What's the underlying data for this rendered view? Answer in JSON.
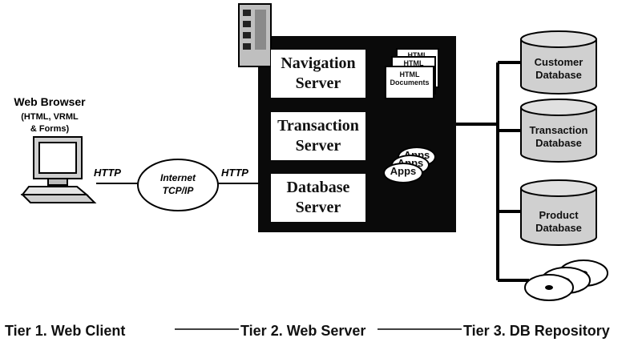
{
  "client": {
    "title": "Web Browser",
    "subtitle_line1": "(HTML, VRML",
    "subtitle_line2": "& Forms)"
  },
  "protocols": {
    "left": "HTTP",
    "right": "HTTP"
  },
  "internet": {
    "line1": "Internet",
    "line2": "TCP/IP"
  },
  "servers": {
    "navigation_line1": "Navigation",
    "navigation_line2": "Server",
    "transaction_line1": "Transaction",
    "transaction_line2": "Server",
    "database_line1": "Database",
    "database_line2": "Server"
  },
  "documents": {
    "back2": "HTML",
    "back1": "HTML",
    "front_line1": "HTML",
    "front_line2": "Documents"
  },
  "apps": {
    "back2": "Apps",
    "back1": "Apps",
    "front": "Apps"
  },
  "databases": {
    "customer_line1": "Customer",
    "customer_line2": "Database",
    "transaction_line1": "Transaction",
    "transaction_line2": "Database",
    "product_line1": "Product",
    "product_line2": "Database"
  },
  "tiers": {
    "tier1": "Tier 1. Web Client",
    "tier2": "Tier 2. Web Server",
    "tier3": "Tier 3. DB Repository"
  },
  "colors": {
    "server_frame": "#0a0a0a",
    "db_fill": "#d0d0d0",
    "connector": "#000000"
  }
}
